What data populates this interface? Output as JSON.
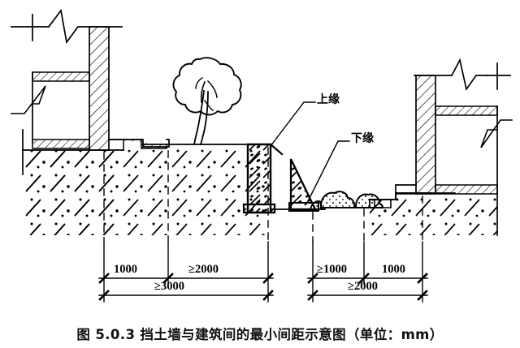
{
  "figure": {
    "caption": "图 5.0.3  挡土墙与建筑间的最小间距示意图（单位：mm）",
    "number": "5.0.3",
    "unit": "mm",
    "title": "挡土墙与建筑间的最小间距示意图"
  },
  "annotations": {
    "upper_edge_label": "上缘",
    "lower_edge_label": "下缘"
  },
  "dimensions": {
    "left": {
      "seg1": "1000",
      "seg2": "≥2000",
      "total": "≥3000"
    },
    "right": {
      "seg1": "≥1000",
      "seg2": "1000",
      "total": "≥2000"
    }
  },
  "elements": {
    "tree": "tree-symbol",
    "left_building": "building-section-left",
    "right_building": "building-section-right",
    "retaining_wall": "retaining-wall",
    "ground": "earth-fill-hatch",
    "rubble": "rubble-stones",
    "break_line": "break-line-symbol"
  },
  "colors": {
    "ink": "#000000",
    "paper": "#ffffff"
  }
}
